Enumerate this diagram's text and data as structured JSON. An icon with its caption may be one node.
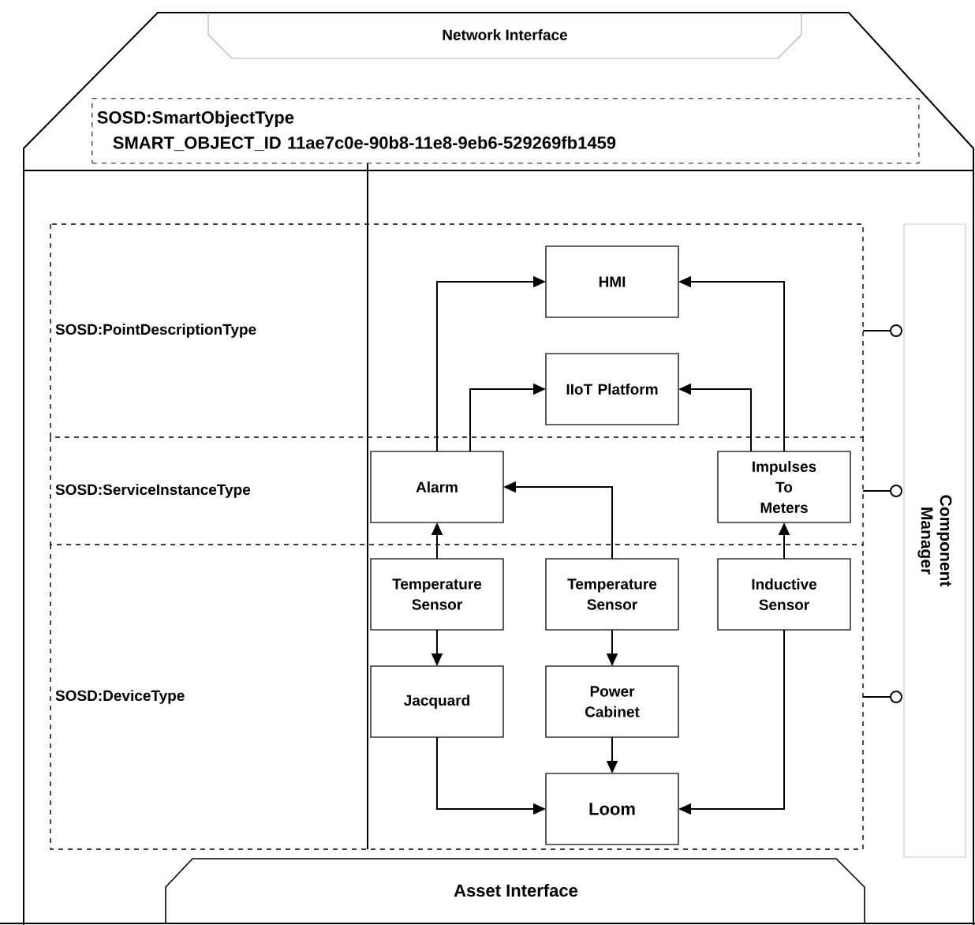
{
  "diagram": {
    "nodes": [
      {
        "text": [
          "Network Interface"
        ]
      },
      {
        "text": [
          "SOSD:SmartObjectType",
          "SMART_OBJECT_ID 11ae7c0e-90b8-11e8-9eb6-529269fb1459"
        ]
      },
      {
        "text": [
          "SOSD:PointDescriptionType"
        ]
      },
      {
        "text": [
          "SOSD:ServiceInstanceType"
        ]
      },
      {
        "text": [
          "SOSD:DeviceType"
        ]
      },
      {
        "text": [
          "HMI"
        ],
        "in": 2
      },
      {
        "text": [
          "IIoT Platform"
        ],
        "in": 2
      },
      {
        "text": [
          "Alarm"
        ],
        "in": 3
      },
      {
        "text": [
          "Impulses To Meters"
        ],
        "in": 3
      },
      {
        "text": [
          "Temperature Sensor"
        ],
        "in": 4
      },
      {
        "text": [
          "Temperature Sensor"
        ],
        "in": 4
      },
      {
        "text": [
          "Inductive Sensor"
        ],
        "in": 4
      },
      {
        "text": [
          "Jacquard"
        ],
        "in": 4
      },
      {
        "text": [
          "Power Cabinet"
        ],
        "in": 4
      },
      {
        "text": [
          "Loom"
        ],
        "in": 4
      },
      {
        "text": [
          "Component Manager"
        ]
      },
      {
        "text": [
          "Asset Interface"
        ]
      }
    ],
    "edges": [
      {
        "from": 7,
        "to": 5,
        "arrow": "to"
      },
      {
        "from": 7,
        "to": 6,
        "arrow": "to"
      },
      {
        "from": 8,
        "to": 5,
        "arrow": "to"
      },
      {
        "from": 8,
        "to": 6,
        "arrow": "to"
      },
      {
        "from": 9,
        "to": 7,
        "arrow": "to"
      },
      {
        "from": 10,
        "to": 7,
        "arrow": "to"
      },
      {
        "from": 11,
        "to": 8,
        "arrow": "to"
      },
      {
        "from": 9,
        "to": 12,
        "arrow": "to"
      },
      {
        "from": 10,
        "to": 13,
        "arrow": "to"
      },
      {
        "from": 13,
        "to": 14,
        "arrow": "to"
      },
      {
        "from": 12,
        "to": 14,
        "arrow": "to"
      },
      {
        "from": 11,
        "to": 14,
        "arrow": "to"
      },
      {
        "from": 2,
        "to": 15,
        "arrow": "other"
      },
      {
        "from": 3,
        "to": 15,
        "arrow": "other"
      },
      {
        "from": 4,
        "to": 15,
        "arrow": "other"
      }
    ]
  }
}
